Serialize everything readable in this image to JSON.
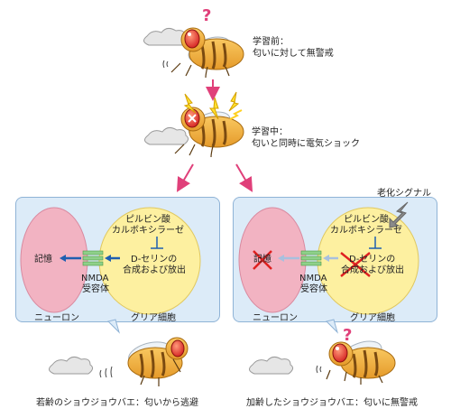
{
  "steps": {
    "before": {
      "line1": "学習前：",
      "line2": "匂いに対して無警戒"
    },
    "during": {
      "line1": "学習中：",
      "line2": "匂いと同時に電気ショック"
    }
  },
  "aging_signal": "老化シグナル",
  "panels": {
    "young": {
      "enzyme_line1": "ピルビン酸",
      "enzyme_line2": "カルボキシラーゼ",
      "release_line1": "D-セリンの",
      "release_line2": "合成および放出",
      "receptor_line1": "NMDA",
      "receptor_line2": "受容体",
      "memory": "記憶",
      "neuron": "ニューロン",
      "glia": "グリア細胞",
      "caption": "若齢のショウジョウバエ：匂いから逃避"
    },
    "aged": {
      "enzyme_line1": "ピルビン酸",
      "enzyme_line2": "カルボキシラーゼ",
      "release_line1": "D-セリンの",
      "release_line2": "合成および放出",
      "receptor_line1": "NMDA",
      "receptor_line2": "受容体",
      "memory": "記憶",
      "neuron": "ニューロン",
      "glia": "グリア細胞",
      "caption": "加齢したショウジョウバエ：匂いに無警戒"
    }
  },
  "symbols": {
    "question": "?"
  },
  "colors": {
    "arrow_pink": "#e0407a",
    "neuron_pink": "#f2b3c2",
    "glia_yellow": "#fdf0a0",
    "block_red": "#e02020",
    "flow_blue": "#1f5fb0",
    "panel_blue": "#dcebf8"
  }
}
